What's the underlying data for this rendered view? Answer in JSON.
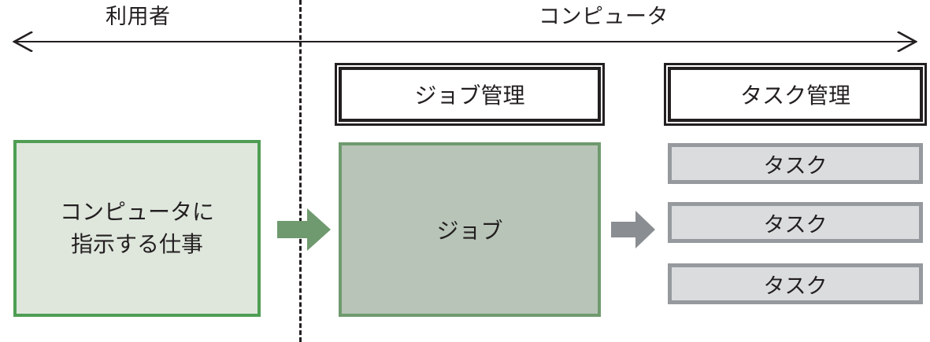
{
  "diagram": {
    "title_hidden": "",
    "axis": {
      "left_label": "利用者",
      "right_label": "コンピュータ",
      "left_arrow_icon": "arrow-left-icon",
      "right_arrow_icon": "arrow-right-icon"
    },
    "divider": {
      "style": "dashed"
    },
    "user_side": {
      "work_box": {
        "line1": "コンピュータに",
        "line2": "指示する仕事",
        "fill": "#dfe7dd",
        "border": "#4f9e54"
      }
    },
    "flow_arrows": [
      {
        "name": "user-to-job-arrow",
        "icon": "block-arrow-right-icon",
        "color": "#6f9a6f"
      },
      {
        "name": "job-to-task-arrow",
        "icon": "block-arrow-right-icon",
        "color": "#8a8d91"
      }
    ],
    "computer_side": {
      "job_section": {
        "header": "ジョブ管理",
        "box_label": "ジョブ",
        "fill": "#b8c4b7",
        "border": "#6f9a6f"
      },
      "task_section": {
        "header": "タスク管理",
        "tasks": [
          {
            "label": "タスク"
          },
          {
            "label": "タスク"
          },
          {
            "label": "タスク"
          }
        ],
        "fill": "#dadcde",
        "border": "#969a9e"
      }
    }
  }
}
